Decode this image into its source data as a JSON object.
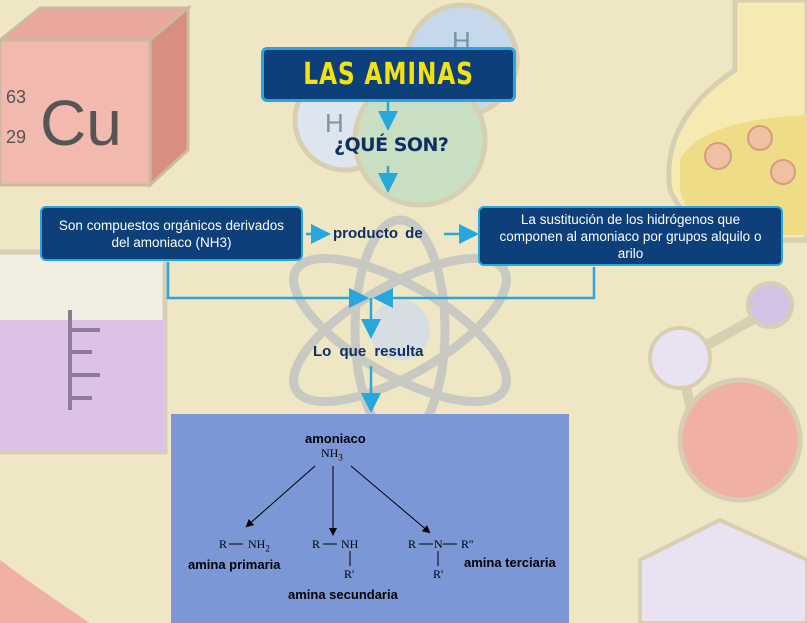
{
  "title": "LAS AMINAS",
  "question": "¿QUÉ SON?",
  "definition": "Son compuestos orgánicos derivados del amoniaco (NH3)",
  "connector": "producto de",
  "process": "La sustitución de los hidrógenos que componen al amoniaco por grupos alquilo o arilo",
  "result_label": "Lo que resulta",
  "background_icons": {
    "element_symbol": "Cu",
    "mass_number": "63",
    "atomic_number": "29",
    "molecule_h_top": "H",
    "molecule_h_left": "H"
  },
  "scheme": {
    "parent_name": "amoniaco",
    "parent_formula": "NH",
    "parent_subscript": "3",
    "primary": {
      "r": "R",
      "group": "NH",
      "group_sub": "2",
      "name": "amina primaria"
    },
    "secondary": {
      "r": "R",
      "n": "NH",
      "r_sub": "R'",
      "name": "amina secundaria"
    },
    "tertiary": {
      "r": "R",
      "n": "N",
      "r2": "R''",
      "r_sub": "R'",
      "name": "amina terciaria"
    }
  },
  "colors": {
    "background": "#efe6c4",
    "box_fill": "#0d3f7a",
    "box_border": "#27a8dc",
    "title_text": "#f4e20c",
    "arrow": "#27a8dc",
    "label_text": "#0d2f63",
    "panel": "#7b97d6"
  }
}
